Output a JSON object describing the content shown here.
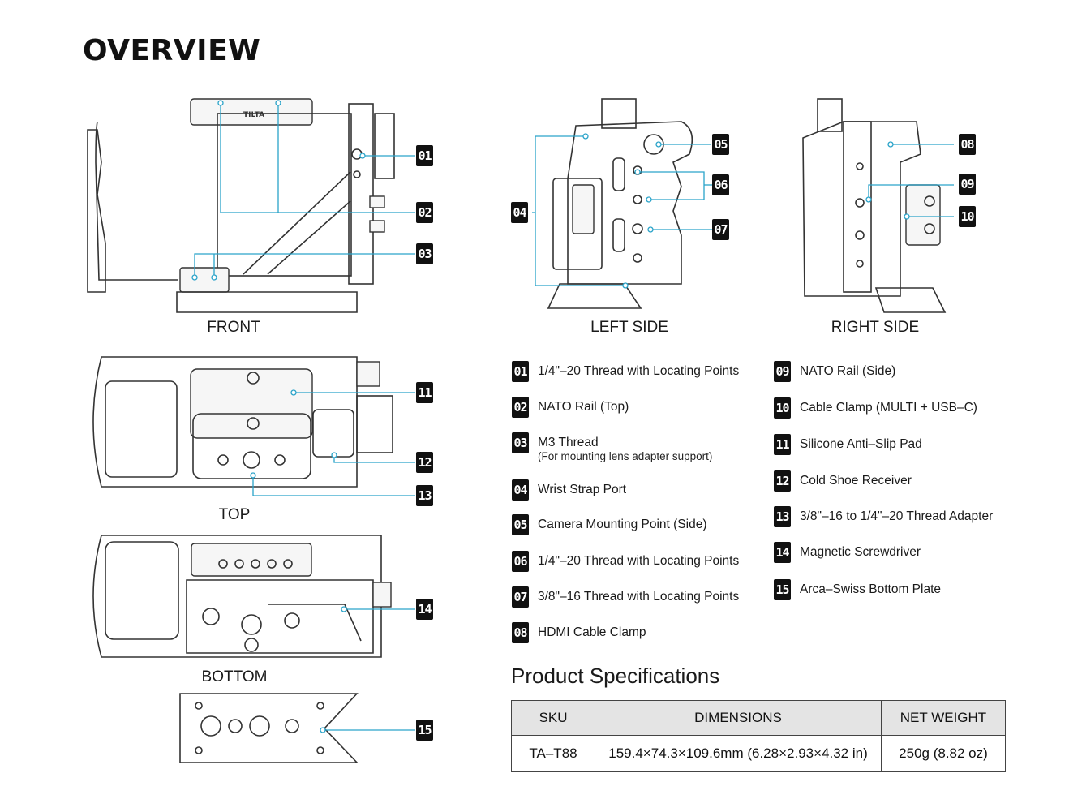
{
  "title": "OVERVIEW",
  "views": {
    "front": "FRONT",
    "left_side": "LEFT SIDE",
    "right_side": "RIGHT SIDE",
    "top": "TOP",
    "bottom": "BOTTOM"
  },
  "callouts": [
    "01",
    "02",
    "03",
    "04",
    "05",
    "06",
    "07",
    "08",
    "09",
    "10",
    "11",
    "12",
    "13",
    "14",
    "15"
  ],
  "legend": [
    {
      "num": "01",
      "text": "1/4\"–20 Thread with Locating Points"
    },
    {
      "num": "02",
      "text": "NATO Rail (Top)"
    },
    {
      "num": "03",
      "text": "M3 Thread",
      "sub": "(For mounting lens adapter support)"
    },
    {
      "num": "04",
      "text": "Wrist Strap Port"
    },
    {
      "num": "05",
      "text": "Camera Mounting Point (Side)"
    },
    {
      "num": "06",
      "text": "1/4\"–20 Thread with Locating Points"
    },
    {
      "num": "07",
      "text": "3/8\"–16 Thread with Locating Points"
    },
    {
      "num": "08",
      "text": "HDMI Cable Clamp"
    },
    {
      "num": "09",
      "text": "NATO Rail (Side)"
    },
    {
      "num": "10",
      "text": "Cable Clamp (MULTI + USB–C)"
    },
    {
      "num": "11",
      "text": "Silicone Anti–Slip Pad"
    },
    {
      "num": "12",
      "text": "Cold Shoe Receiver"
    },
    {
      "num": "13",
      "text": "3/8\"–16 to 1/4\"–20 Thread Adapter"
    },
    {
      "num": "14",
      "text": "Magnetic Screwdriver"
    },
    {
      "num": "15",
      "text": "Arca–Swiss Bottom Plate"
    }
  ],
  "specs": {
    "title": "Product Specifications",
    "headers": [
      "SKU",
      "DIMENSIONS",
      "NET WEIGHT"
    ],
    "row": [
      "TA–T88",
      "159.4×74.3×109.6mm (6.28×2.93×4.32 in)",
      "250g (8.82 oz)"
    ]
  },
  "logo_text": "TILTA",
  "colors": {
    "callout_line": "#2aa3c9",
    "badge_bg": "#111111",
    "table_header_bg": "#e4e4e4"
  }
}
